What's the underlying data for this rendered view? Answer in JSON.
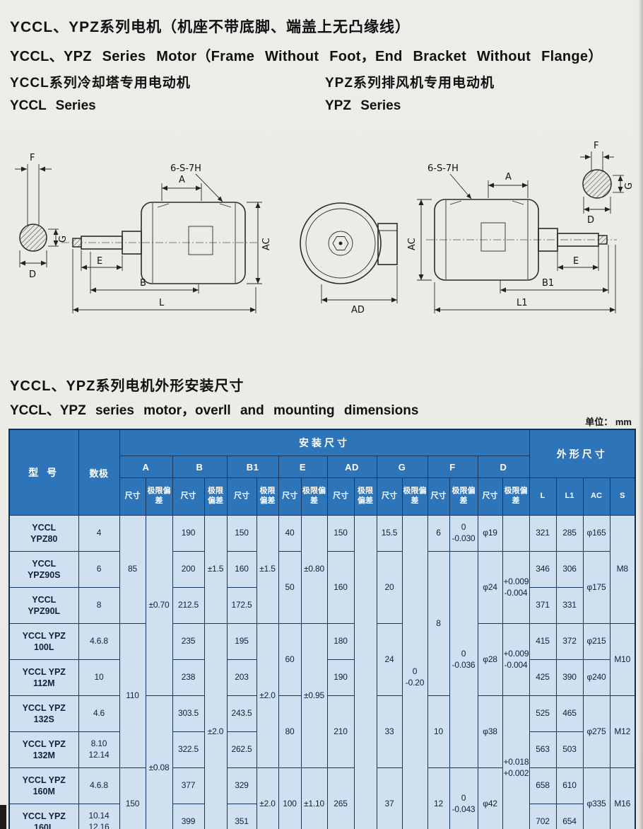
{
  "page": {
    "title_zh": "YCCL、YPZ系列电机（机座不带底脚、端盖上无凸缘线）",
    "title_en": "YCCL、YPZ Series Motor（Frame Without Foot，End Bracket Without Flange）",
    "left_product_zh": "YCCL系列冷却塔专用电动机",
    "left_product_en": "YCCL Series",
    "right_product_zh": "YPZ系列排风机专用电动机",
    "right_product_en": "YPZ Series",
    "section_zh": "YCCL、YPZ系列电机外形安装尺寸",
    "section_en": "YCCL、YPZ series motor，overll and mounting dimensions",
    "unit_note": "单位： mm"
  },
  "drawings": {
    "labels": {
      "a": "A",
      "b": "B",
      "b1": "B1",
      "l": "L",
      "l1": "L1",
      "e": "E",
      "f": "F",
      "g": "G",
      "d": "D",
      "ac": "AC",
      "ad": "AD",
      "callout": "6-S-7H"
    }
  },
  "table": {
    "header": {
      "model": "型  号",
      "poles": "数极",
      "mounting": "安装尺寸",
      "overall": "外形尺寸",
      "size": "尺寸",
      "tolerance": "极限偏差",
      "dims": [
        "A",
        "B",
        "B1",
        "E",
        "AD",
        "G",
        "F",
        "D"
      ],
      "overall_cols": [
        "L",
        "L1",
        "AC",
        "S"
      ]
    },
    "rows": [
      [
        [
          "YCCL\nYPZ80",
          1
        ],
        [
          "4",
          1
        ],
        [
          "85",
          3
        ],
        [
          "±0.70",
          5
        ],
        [
          "190",
          1
        ],
        [
          "±1.5",
          3
        ],
        [
          "150",
          1
        ],
        [
          "±1.5",
          3
        ],
        [
          "40",
          1
        ],
        [
          "±0.80",
          3
        ],
        [
          "150",
          1
        ],
        [
          "",
          9
        ],
        [
          "15.5",
          1
        ],
        [
          "0\n-0.20",
          9
        ],
        [
          "6",
          1
        ],
        [
          "0\n-0.030",
          1
        ],
        [
          "φ19",
          1
        ],
        [
          "",
          1
        ],
        [
          "321",
          1
        ],
        [
          "285",
          1
        ],
        [
          "φ165",
          1
        ],
        [
          "M8",
          3
        ]
      ],
      [
        [
          "YCCL\nYPZ90S",
          1
        ],
        [
          "6",
          1
        ],
        [
          "200",
          1
        ],
        [
          "160",
          1
        ],
        [
          "50",
          2
        ],
        [
          "160",
          2
        ],
        [
          "20",
          2
        ],
        [
          "8",
          4
        ],
        [
          "0\n-0.036",
          6
        ],
        [
          "φ24",
          2
        ],
        [
          "+0.009\n-0.004",
          2
        ],
        [
          "346",
          1
        ],
        [
          "306",
          1
        ],
        [
          "φ175",
          2
        ]
      ],
      [
        [
          "YCCL\nYPZ90L",
          1
        ],
        [
          "8",
          1
        ],
        [
          "212.5",
          1
        ],
        [
          "172.5",
          1
        ],
        [
          "371",
          1
        ],
        [
          "331",
          1
        ]
      ],
      [
        [
          "YCCL YPZ\n100L",
          1
        ],
        [
          "4.6.8",
          1
        ],
        [
          "110",
          4
        ],
        [
          "235",
          1
        ],
        [
          "±2.0",
          6
        ],
        [
          "195",
          1
        ],
        [
          "±2.0",
          4
        ],
        [
          "60",
          2
        ],
        [
          "±0.95",
          4
        ],
        [
          "180",
          1
        ],
        [
          "24",
          2
        ],
        [
          "φ28",
          2
        ],
        [
          "+0.009\n-0.004",
          2
        ],
        [
          "415",
          1
        ],
        [
          "372",
          1
        ],
        [
          "φ215",
          1
        ],
        [
          "M10",
          2
        ]
      ],
      [
        [
          "YCCL YPZ\n112M",
          1
        ],
        [
          "10",
          1
        ],
        [
          "238",
          1
        ],
        [
          "203",
          1
        ],
        [
          "190",
          1
        ],
        [
          "425",
          1
        ],
        [
          "390",
          1
        ],
        [
          "φ240",
          1
        ]
      ],
      [
        [
          "YCCL YPZ\n132S",
          1
        ],
        [
          "4.6",
          1
        ],
        [
          "±0.08",
          4
        ],
        [
          "303.5",
          1
        ],
        [
          "243.5",
          1
        ],
        [
          "80",
          2
        ],
        [
          "210",
          2
        ],
        [
          "33",
          2
        ],
        [
          "10",
          2
        ],
        [
          "φ38",
          2
        ],
        [
          "+0.018\n+0.002",
          4
        ],
        [
          "525",
          1
        ],
        [
          "465",
          1
        ],
        [
          "φ275",
          2
        ],
        [
          "M12",
          2
        ]
      ],
      [
        [
          "YCCL YPZ\n132M",
          1
        ],
        [
          "8.10\n12.14",
          1
        ],
        [
          "322.5",
          1
        ],
        [
          "262.5",
          1
        ],
        [
          "563",
          1
        ],
        [
          "503",
          1
        ]
      ],
      [
        [
          "YCCL YPZ\n160M",
          1
        ],
        [
          "4.6.8",
          1
        ],
        [
          "150",
          2
        ],
        [
          "377",
          1
        ],
        [
          "329",
          1
        ],
        [
          "±2.0",
          2
        ],
        [
          "100",
          2
        ],
        [
          "±1.10",
          2
        ],
        [
          "265",
          2
        ],
        [
          "37",
          2
        ],
        [
          "12",
          2
        ],
        [
          "0\n-0.043",
          2
        ],
        [
          "φ42",
          2
        ],
        [
          "658",
          1
        ],
        [
          "610",
          1
        ],
        [
          "φ335",
          2
        ],
        [
          "M16",
          2
        ]
      ],
      [
        [
          "YCCL YPZ\n160L",
          1
        ],
        [
          "10.14\n12.16",
          1
        ],
        [
          "399",
          1
        ],
        [
          "351",
          1
        ],
        [
          "702",
          1
        ],
        [
          "654",
          1
        ]
      ]
    ]
  }
}
